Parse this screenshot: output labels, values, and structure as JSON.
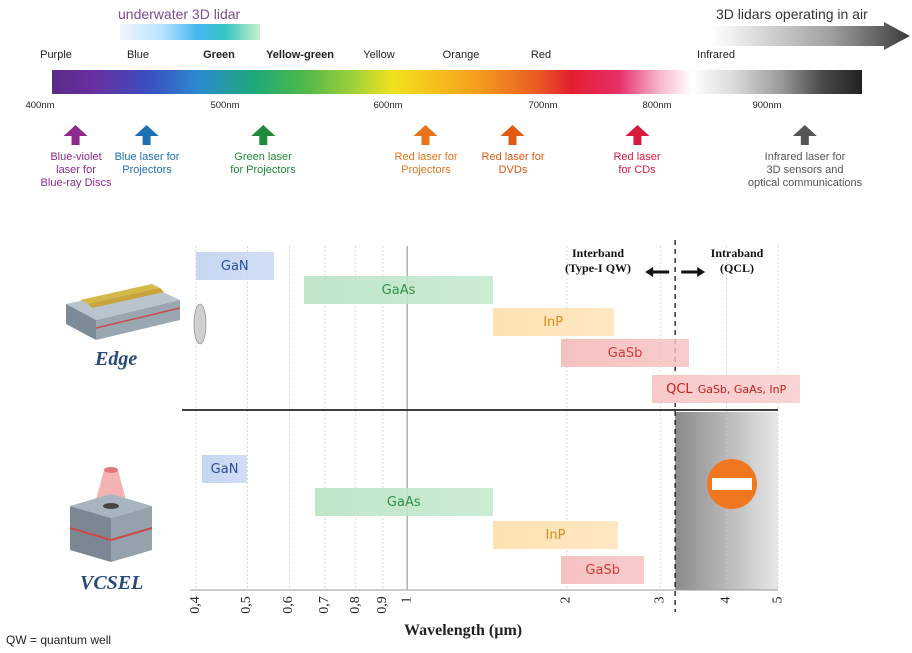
{
  "header": {
    "underwater_title": "underwater 3D lidar",
    "air_title": "3D lidars operating in air"
  },
  "spectrum": {
    "bands": [
      {
        "label": "Purple",
        "bold": false
      },
      {
        "label": "Blue",
        "bold": false
      },
      {
        "label": "Green",
        "bold": true
      },
      {
        "label": "Yellow-green",
        "bold": true
      },
      {
        "label": "Yellow",
        "bold": false
      },
      {
        "label": "Orange",
        "bold": false
      },
      {
        "label": "Red",
        "bold": false
      },
      {
        "label": "Infrared",
        "bold": false
      }
    ],
    "nm_ticks": [
      "400nm",
      "500nm",
      "600nm",
      "700nm",
      "800nm",
      "900nm"
    ]
  },
  "lasers": [
    {
      "text": [
        "Blue-violet",
        "laser for",
        "Blue-ray Discs"
      ],
      "color": "#8e2a8e"
    },
    {
      "text": [
        "Blue laser for",
        "Projectors"
      ],
      "color": "#1f6fb5"
    },
    {
      "text": [
        "Green laser",
        "for Projectors"
      ],
      "color": "#1f8a3a"
    },
    {
      "text": [
        "Red laser for",
        "Projectors"
      ],
      "color": "#e8731a"
    },
    {
      "text": [
        "Red laser for",
        "DVDs"
      ],
      "color": "#e05a12"
    },
    {
      "text": [
        "Red laser",
        "for CDs"
      ],
      "color": "#d81b3c"
    },
    {
      "text": [
        "Infrared laser for",
        "3D sensors and",
        "optical communications"
      ],
      "color": "#555555"
    }
  ],
  "regions": {
    "interband": [
      "Interband",
      "(Type-I QW)"
    ],
    "intraband": [
      "Intraband",
      "(QCL)"
    ]
  },
  "edge": {
    "label": "Edge",
    "materials": [
      {
        "name": "GaN",
        "from": 0.4,
        "to": 0.56,
        "color": "#c6d6f2",
        "text": "#2a4d9a"
      },
      {
        "name": "GaAs",
        "from": 0.64,
        "to": 1.45,
        "color": "#bfe6c8",
        "text": "#2f8f4c"
      },
      {
        "name": "InP",
        "from": 1.45,
        "to": 2.45,
        "color": "#ffe2b3",
        "text": "#d98b1c"
      },
      {
        "name": "GaSb",
        "from": 1.95,
        "to": 3.4,
        "color": "#f6c0c0",
        "text": "#d43a3a"
      },
      {
        "name": "QCL",
        "sub": "GaSb, GaAs, InP",
        "from": 2.9,
        "to": 5.5,
        "color": "#f8c9c9",
        "text": "#c21f1f"
      }
    ]
  },
  "vcsel": {
    "label": "VCSEL",
    "materials": [
      {
        "name": "GaN",
        "from": 0.41,
        "to": 0.5,
        "color": "#c6d6f2",
        "text": "#2a4d9a"
      },
      {
        "name": "GaAs",
        "from": 0.67,
        "to": 1.45,
        "color": "#bfe6c8",
        "text": "#2f8f4c"
      },
      {
        "name": "InP",
        "from": 1.45,
        "to": 2.5,
        "color": "#ffe2b3",
        "text": "#d98b1c"
      },
      {
        "name": "GaSb",
        "from": 1.95,
        "to": 2.8,
        "color": "#f6c0c0",
        "text": "#d43a3a"
      }
    ]
  },
  "axis": {
    "title": "Wavelength (µm)",
    "ticks": [
      {
        "value": 0.4,
        "label": "0,4"
      },
      {
        "value": 0.5,
        "label": "0,5"
      },
      {
        "value": 0.6,
        "label": "0,6"
      },
      {
        "value": 0.7,
        "label": "0,7"
      },
      {
        "value": 0.8,
        "label": "0,8"
      },
      {
        "value": 0.9,
        "label": "0,9"
      },
      {
        "value": 1,
        "label": "1"
      },
      {
        "value": 2,
        "label": "2"
      },
      {
        "value": 3,
        "label": "3"
      },
      {
        "value": 4,
        "label": "4"
      },
      {
        "value": 5,
        "label": "5"
      }
    ],
    "divider_value": 3.2,
    "scale": "log"
  },
  "footnote": "QW = quantum well"
}
